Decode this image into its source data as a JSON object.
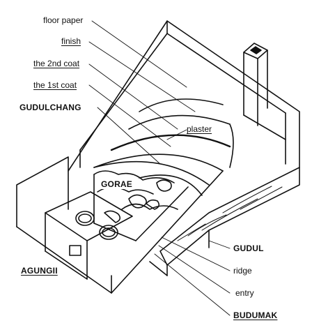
{
  "labels": {
    "floor_paper": "floor paper",
    "finish": "finish",
    "second_coat": "the 2nd coat",
    "first_coat": "the 1st coat",
    "gudulchang": "GUDULCHANG",
    "plaster": "plaster",
    "gorae": "GORAE",
    "gudul": "GUDUL",
    "ridge": "ridge",
    "agungii": "AGUNGII",
    "entry": "entry",
    "budumak": "BUDUMAK"
  },
  "colors": {
    "ink": "#111111",
    "paper": "#ffffff"
  }
}
